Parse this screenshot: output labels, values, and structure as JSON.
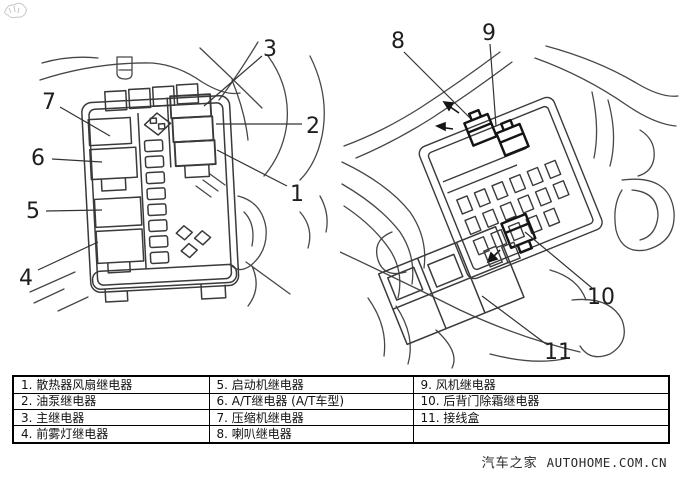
{
  "colors": {
    "line": "#424242",
    "bold_line": "#141414",
    "callout_text": "#1e1e1e",
    "table_border": "#000000",
    "watermark_text": "#2a2a2a",
    "background": "#ffffff"
  },
  "callouts": {
    "c1": "1",
    "c2": "2",
    "c3": "3",
    "c4": "4",
    "c5": "5",
    "c6": "6",
    "c7": "7",
    "c8": "8",
    "c9": "9",
    "c10": "10",
    "c11": "11"
  },
  "legend_table": {
    "rows": [
      [
        "1. 散热器风扇继电器",
        "5. 启动机继电器",
        "9. 风机继电器"
      ],
      [
        "2. 油泵继电器",
        "6. A/T继电器 (A/T车型)",
        "10. 后背门除霜继电器"
      ],
      [
        "3. 主继电器",
        "7. 压缩机继电器",
        "11. 接线盒"
      ],
      [
        "4. 前雾灯继电器",
        "8. 喇叭继电器",
        ""
      ]
    ]
  },
  "watermark": {
    "site_name": "汽车之家",
    "site_domain": "AUTOHOME.COM.CN"
  }
}
